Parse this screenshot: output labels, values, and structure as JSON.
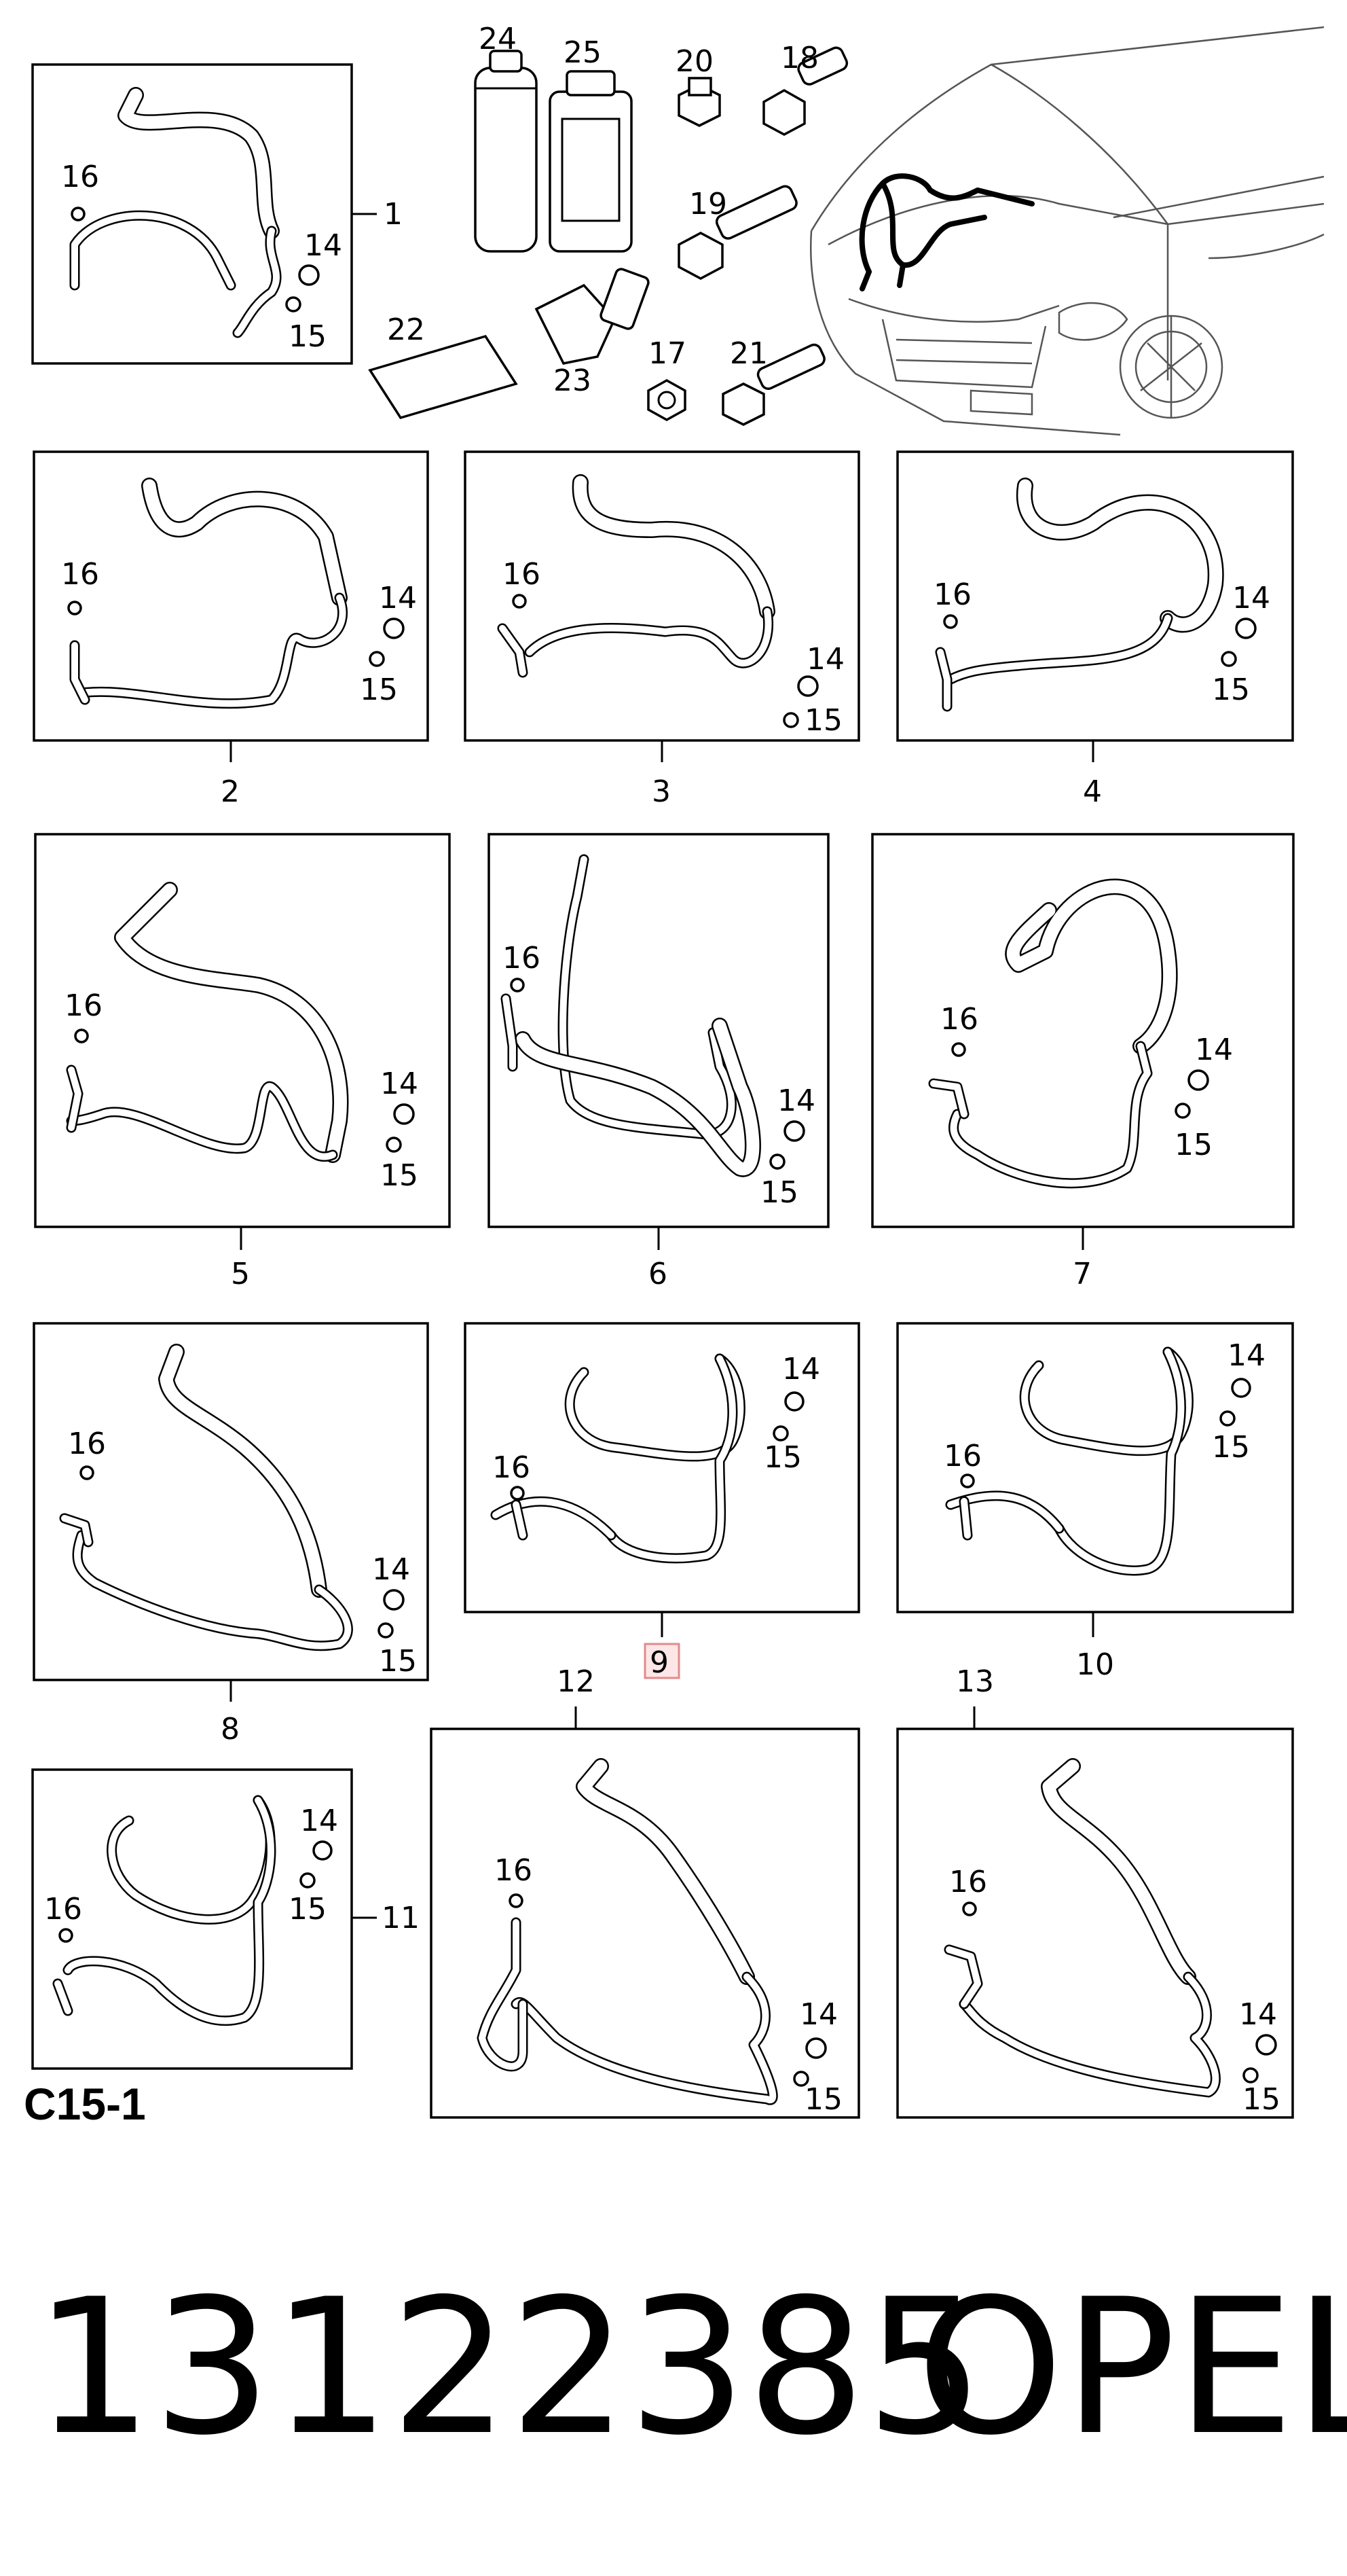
{
  "page_code": "C15-1",
  "part_number": "13122385",
  "brand": "OPEL",
  "highlighted_item": "9",
  "callouts": {
    "p1": "1",
    "p2": "2",
    "p3": "3",
    "p4": "4",
    "p5": "5",
    "p6": "6",
    "p7": "7",
    "p8": "8",
    "p9": "9",
    "p10": "10",
    "p11": "11",
    "p12": "12",
    "p13": "13",
    "seal_a": "14",
    "seal_b": "15",
    "seal_c": "16",
    "p17": "17",
    "p18": "18",
    "p19": "19",
    "p20": "20",
    "p21": "21",
    "p22": "22",
    "p23": "23",
    "p24": "24",
    "p25": "25"
  }
}
